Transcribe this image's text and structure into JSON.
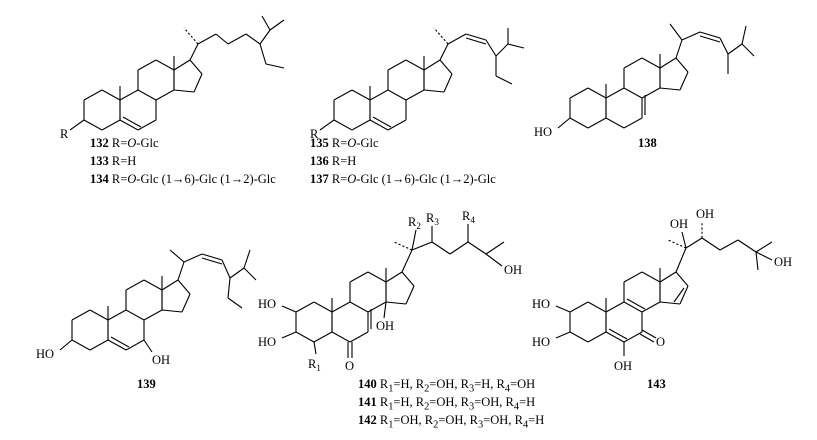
{
  "compounds": [
    {
      "id": "c132",
      "number": "132",
      "substituent": "R=",
      "italic": "O",
      "glycoside": "-Glc"
    },
    {
      "id": "c133",
      "number": "133",
      "substituent": "R=H"
    },
    {
      "id": "c134",
      "number": "134",
      "substituent": "R=",
      "italic": "O",
      "glycoside": "-Glc (1→6)-Glc (1→2)-Glc"
    },
    {
      "id": "c135",
      "number": "135",
      "substituent": "R=",
      "italic": "O",
      "glycoside": "-Glc"
    },
    {
      "id": "c136",
      "number": "136",
      "substituent": "R=H"
    },
    {
      "id": "c137",
      "number": "137",
      "substituent": "R=",
      "italic": "O",
      "glycoside": "-Glc (1→6)-Glc (1→2)-Glc"
    },
    {
      "id": "c138",
      "number": "138"
    },
    {
      "id": "c139",
      "number": "139"
    },
    {
      "id": "c140",
      "number": "140",
      "groups": [
        "R",
        "1",
        "=H, R",
        "2",
        "=OH, R",
        "3",
        "=H, R",
        "4",
        "=OH"
      ]
    },
    {
      "id": "c141",
      "number": "141",
      "groups": [
        "R",
        "1",
        "=H, R",
        "2",
        "=OH, R",
        "3",
        "=OH, R",
        "4",
        "=H"
      ]
    },
    {
      "id": "c142",
      "number": "142",
      "groups": [
        "R",
        "1",
        "=OH, R",
        "2",
        "=OH, R",
        "3",
        "=OH, R",
        "4",
        "=H"
      ]
    },
    {
      "id": "c143",
      "number": "143"
    }
  ],
  "atom_labels": {
    "r": "R",
    "ho": "HO",
    "oh": "OH",
    "o": "O",
    "r1": "R",
    "r2": "R",
    "r3": "R",
    "r4": "R",
    "sub1": "1",
    "sub2": "2",
    "sub3": "3",
    "sub4": "4"
  }
}
